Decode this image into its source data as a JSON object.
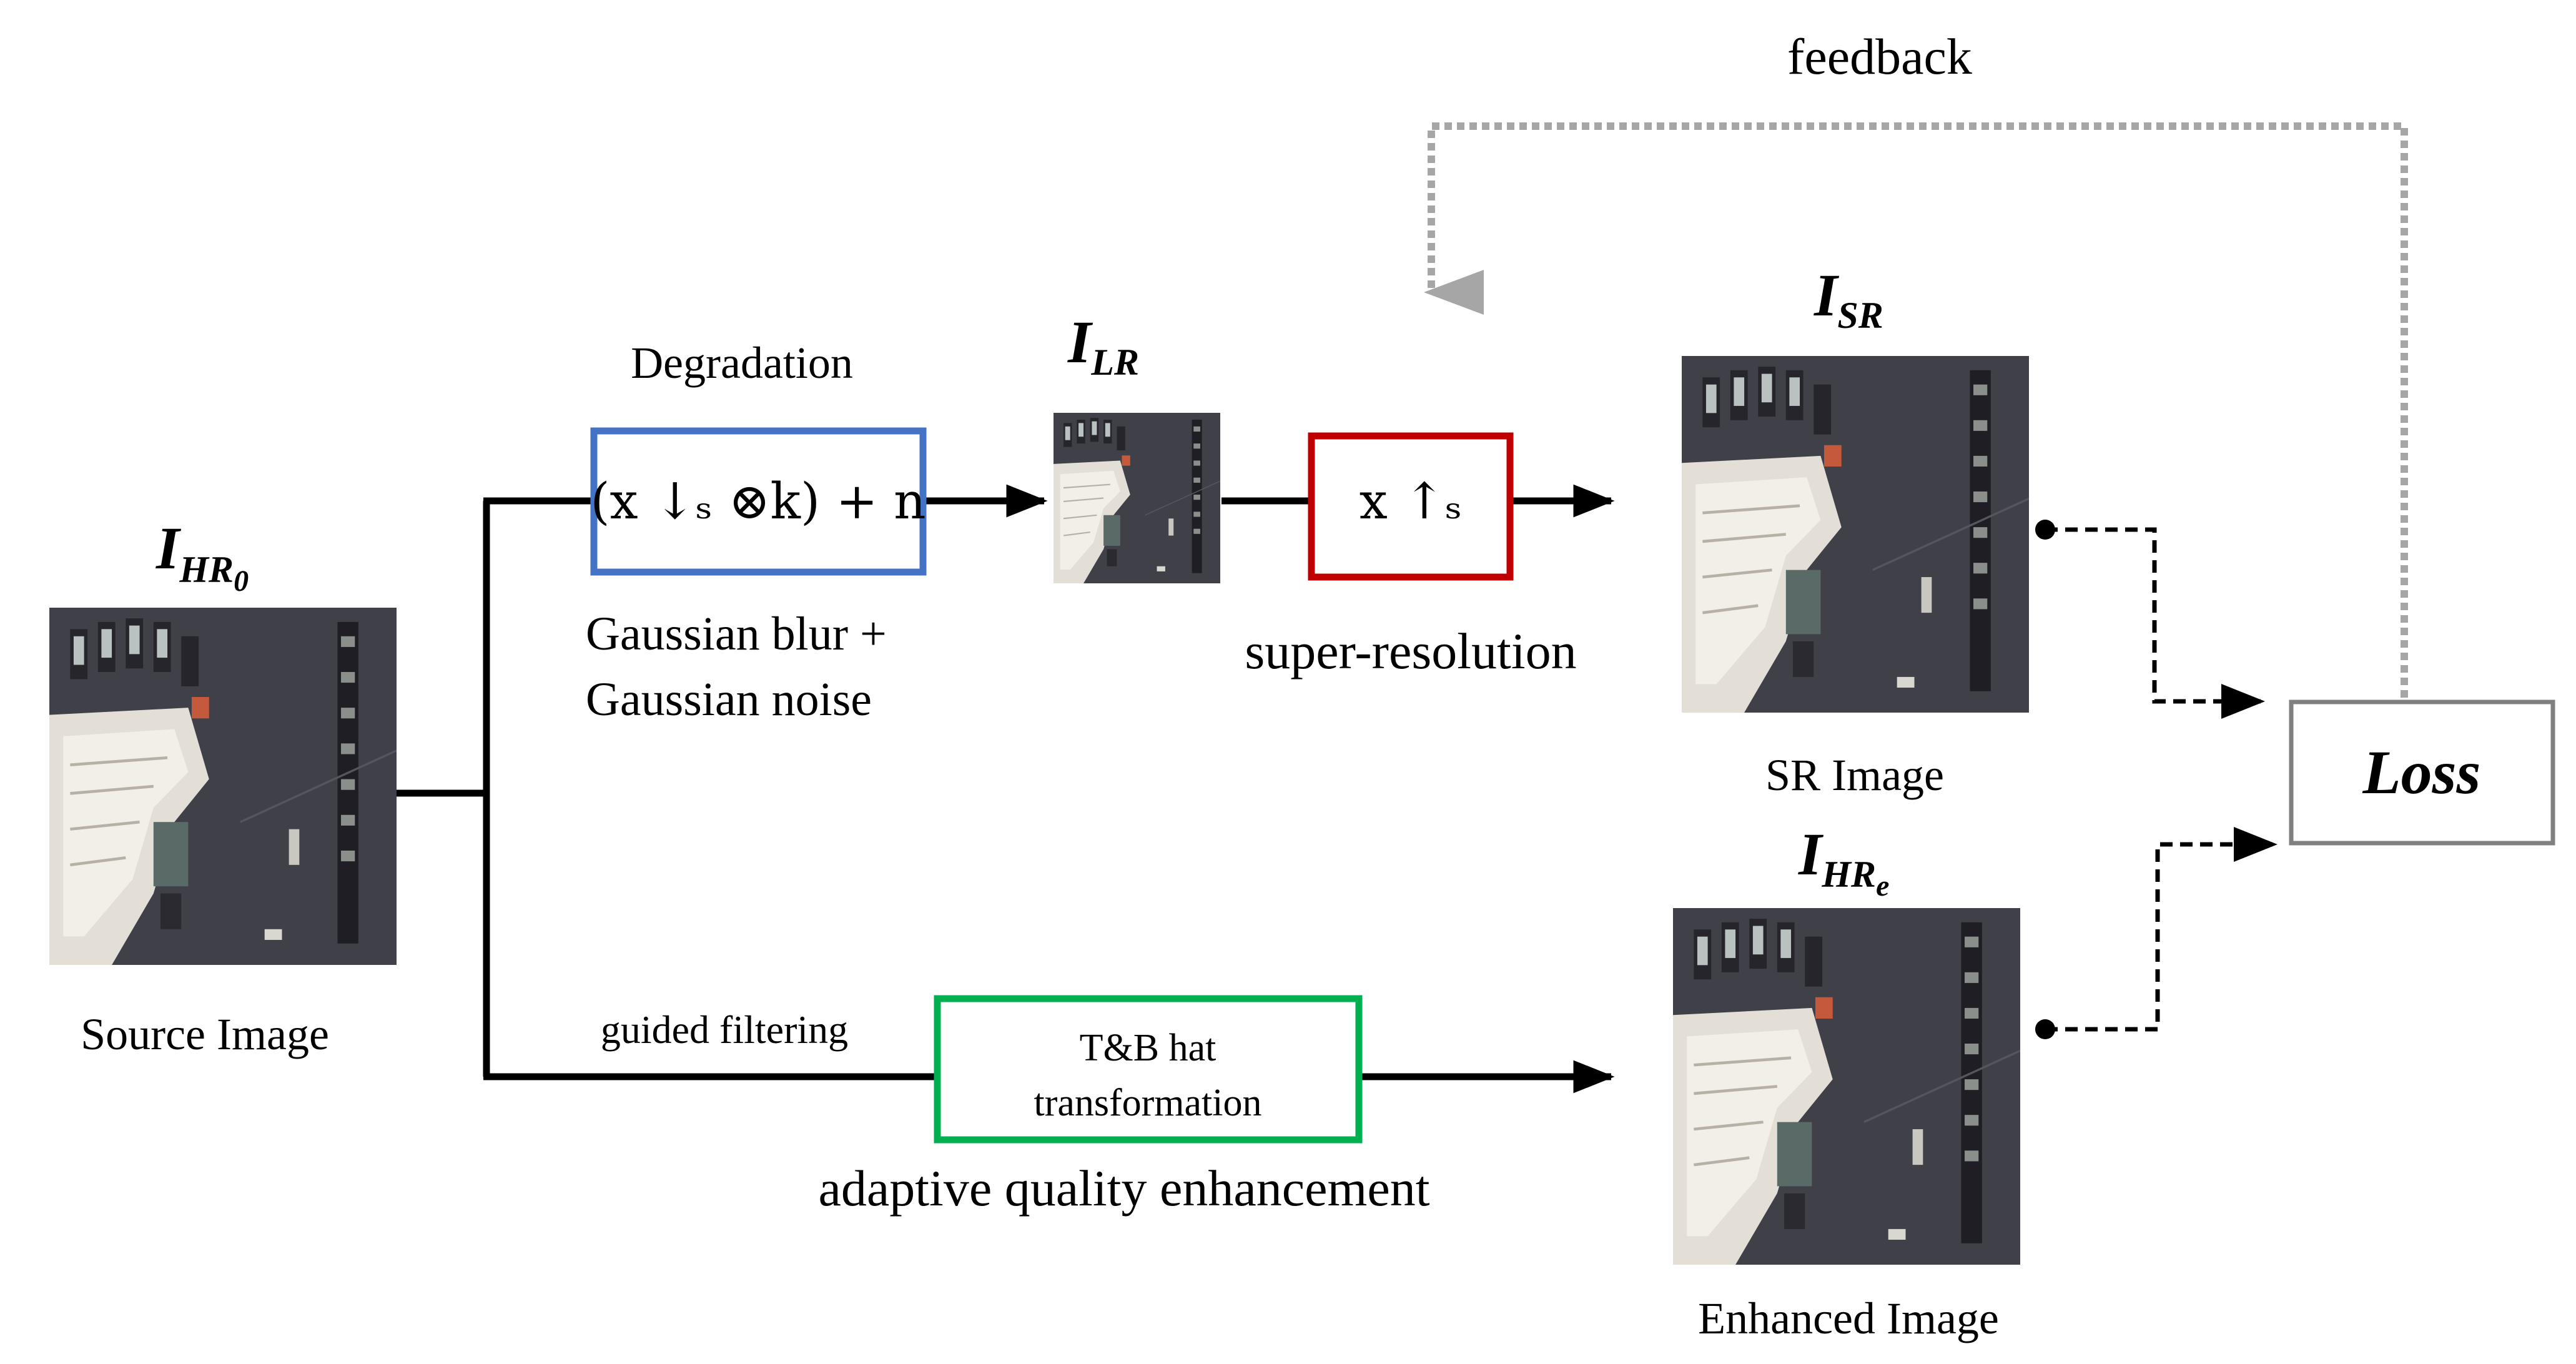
{
  "labels": {
    "feedback": "feedback",
    "degradation": "Degradation",
    "gaussian_line1": "Gaussian blur +",
    "gaussian_line2": "Gaussian noise",
    "super_resolution": "super-resolution",
    "sr_image": "SR Image",
    "source_image": "Source Image",
    "guided_filtering": "guided filtering",
    "adaptive_quality": "adaptive quality enhancement",
    "enhanced_image": "Enhanced Image"
  },
  "symbols": {
    "i_hr0": {
      "main": "I",
      "sub": "HR",
      "subsub": "0"
    },
    "i_lr": {
      "main": "I",
      "sub": "LR"
    },
    "i_sr": {
      "main": "I",
      "sub": "SR"
    },
    "i_hre": {
      "main": "I",
      "sub": "HR",
      "subsub": "e"
    }
  },
  "boxes": {
    "degradation_formula": {
      "text": "(x ↓ₛ ⊗k) + n",
      "color": "#4472c4"
    },
    "upsample": {
      "text": "x ↑ₛ",
      "color": "#c00000"
    },
    "tb_hat": {
      "line1": "T&B hat",
      "line2": "transformation",
      "color": "#00b050"
    },
    "loss": {
      "text": "Loss",
      "color": "#7f7f7f"
    }
  },
  "colors": {
    "line": "#000000",
    "feedback": "#a6a6a6",
    "image_dark": "#3a3a42",
    "image_light": "#d9d4cc"
  },
  "icons": {
    "source_thumb": "aerial-image-thumbnail",
    "lr_thumb": "aerial-image-thumbnail",
    "sr_thumb": "aerial-image-thumbnail",
    "enhanced_thumb": "aerial-image-thumbnail"
  }
}
